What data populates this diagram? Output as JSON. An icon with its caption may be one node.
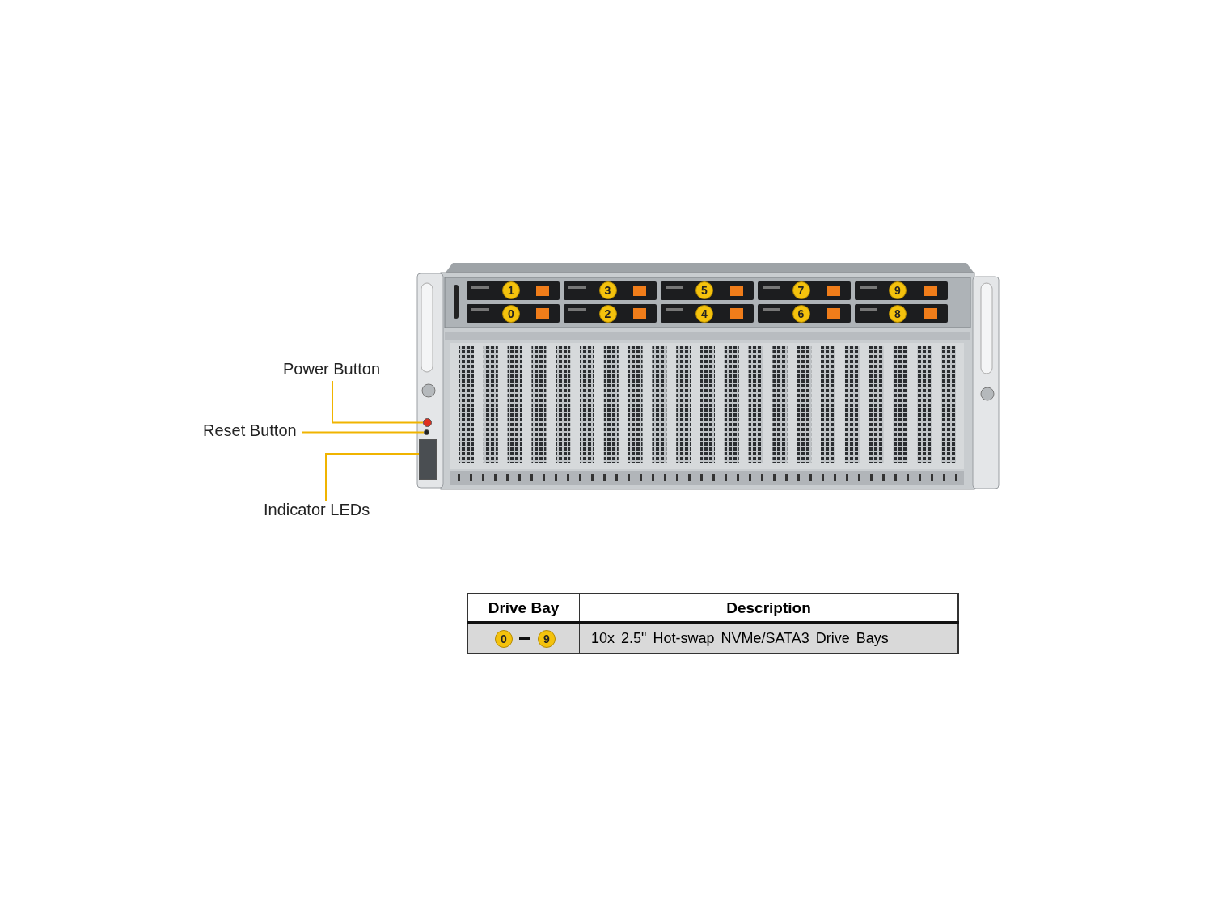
{
  "diagram": {
    "nodes": [
      {
        "text": [
          "Power Button"
        ]
      },
      {
        "text": [],
        "shape": "circle"
      },
      {
        "text": [
          "Reset Button"
        ]
      },
      {
        "text": [],
        "shape": "circle"
      },
      {
        "text": [
          "Indicator LEDs"
        ]
      },
      {
        "text": [],
        "shape": "box"
      }
    ],
    "edges": [
      {
        "from": 0,
        "to": 1,
        "arrow": "none"
      },
      {
        "from": 2,
        "to": 3,
        "arrow": "none"
      },
      {
        "from": 4,
        "to": 5,
        "arrow": "none"
      }
    ],
    "labels": [
      "1",
      "3",
      "5",
      "7",
      "9",
      "0",
      "2",
      "4",
      "6",
      "8",
      "Drive Bay",
      "Description",
      "0",
      "9",
      "10x 2.5\" Hot-swap NVMe/SATA3 Drive Bays"
    ]
  }
}
